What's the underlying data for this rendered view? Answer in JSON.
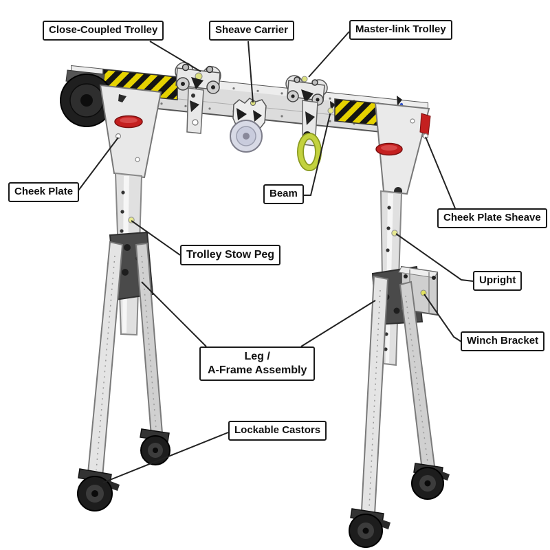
{
  "diagram": {
    "labels": {
      "close_coupled_trolley": "Close-Coupled Trolley",
      "sheave_carrier": "Sheave Carrier",
      "master_link_trolley": "Master-link Trolley",
      "cheek_plate": "Cheek Plate",
      "beam": "Beam",
      "cheek_plate_sheave": "Cheek Plate Sheave",
      "trolley_stow_peg": "Trolley Stow Peg",
      "upright": "Upright",
      "winch_bracket": "Winch Bracket",
      "leg_aframe_line1": "Leg /",
      "leg_aframe_line2": "A-Frame Assembly",
      "lockable_castors": "Lockable Castors"
    },
    "colors": {
      "label_border": "#1a1a1a",
      "label_text": "#111111",
      "leader_line": "#222222",
      "hazard_yellow": "#e6d200",
      "hazard_black": "#141414",
      "handle_red": "#c42020",
      "master_link_green": "#c3d23e",
      "peg_yellow": "#e6e890",
      "metal_light": "#e6e6e6",
      "metal_mid": "#d2d2d2",
      "bracket_dark": "#4a4a4a",
      "wheel_black": "#1d1d1d",
      "sheave_blue_gray": "#d8dae6"
    }
  }
}
